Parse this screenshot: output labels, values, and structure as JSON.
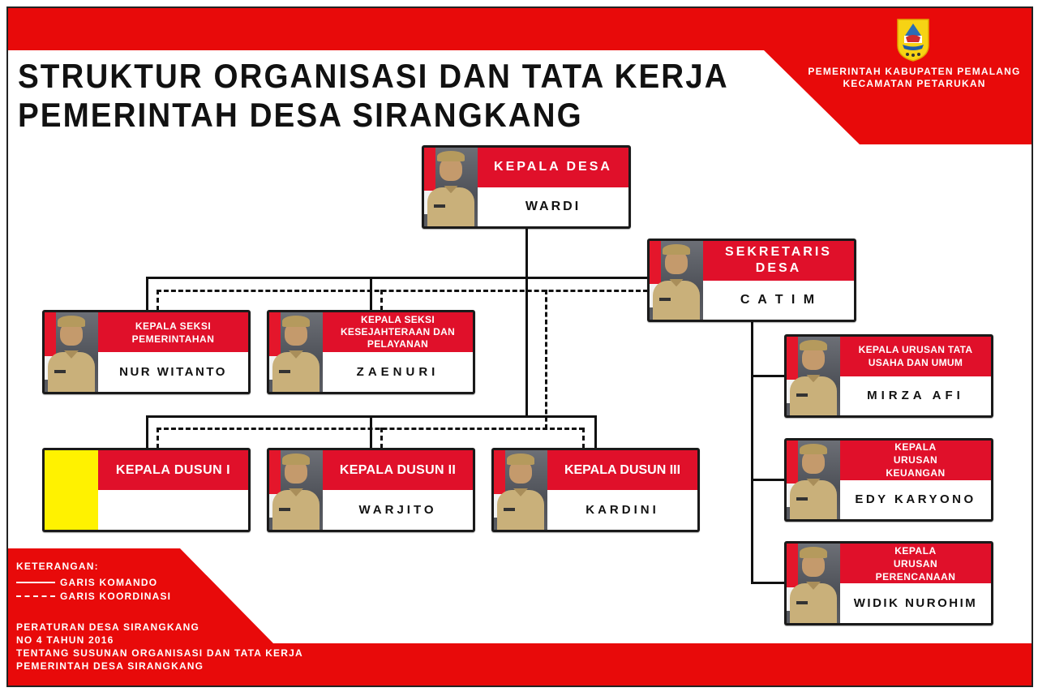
{
  "header": {
    "title_line1": "STRUKTUR ORGANISASI DAN TATA KERJA",
    "title_line2": "PEMERINTAH DESA SIRANGKANG",
    "government_line1": "PEMERINTAH KABUPATEN PEMALANG",
    "government_line2": "KECAMATAN PETARUKAN",
    "logo": "regency-emblem-icon"
  },
  "colors": {
    "brand_red": "#e80a0a",
    "card_role_red": "#e0102a",
    "placeholder_yellow": "#fff200",
    "line": "#111111",
    "background": "#ffffff"
  },
  "org": {
    "kepala_desa": {
      "role": "KEPALA DESA",
      "name": "WARDI"
    },
    "sekretaris_desa": {
      "role": "SEKRETARIS DESA",
      "name": "C A T I M"
    },
    "kasi_pemerintahan": {
      "role": "KEPALA SEKSI PEMERINTAHAN",
      "name": "NUR WITANTO"
    },
    "kasi_kesejahteraan": {
      "role": "KEPALA SEKSI KESEJAHTERAAN DAN PELAYANAN",
      "name": "ZAENURI"
    },
    "kadus_1": {
      "role": "KEPALA DUSUN I",
      "name": ""
    },
    "kadus_2": {
      "role": "KEPALA DUSUN II",
      "name": "WARJITO"
    },
    "kadus_3": {
      "role": "KEPALA DUSUN III",
      "name": "KARDINI"
    },
    "kaur_tu": {
      "role": "KEPALA URUSAN TATA USAHA DAN UMUM",
      "name": "MIRZA AFI"
    },
    "kaur_keuangan": {
      "role": "KEPALA URUSAN KEUANGAN",
      "name": "EDY KARYONO"
    },
    "kaur_perencanaan": {
      "role": "KEPALA URUSAN PERENCANAAN",
      "name": "WIDIK NUROHIM"
    }
  },
  "legend": {
    "title": "KETERANGAN:",
    "solid_label": "GARIS KOMANDO",
    "dashed_label": "GARIS KOORDINASI"
  },
  "regulation": {
    "line1": "PERATURAN DESA SIRANGKANG",
    "line2": "NO 4 TAHUN 2016",
    "line3": "TENTANG SUSUNAN ORGANISASI DAN TATA KERJA",
    "line4": "PEMERINTAH DESA SIRANGKANG"
  }
}
